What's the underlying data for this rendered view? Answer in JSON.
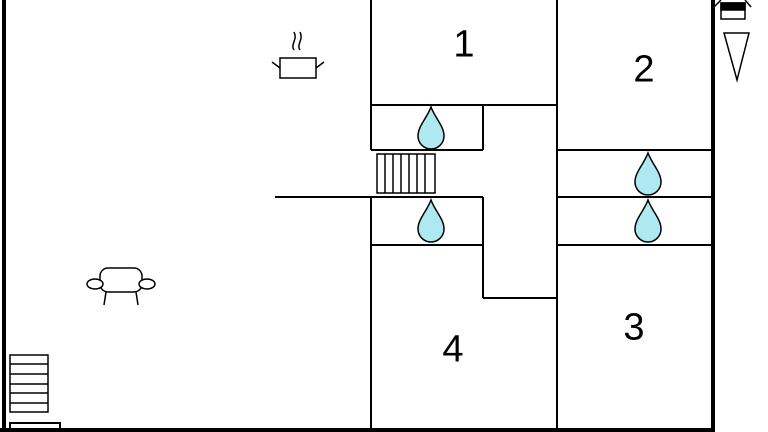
{
  "rooms": [
    {
      "label": "1"
    },
    {
      "label": "2"
    },
    {
      "label": "3"
    },
    {
      "label": "4"
    }
  ],
  "colors": {
    "wall": "#000000",
    "water": "#aee8f0",
    "background": "#ffffff"
  },
  "icons": [
    "cooking-pot-icon",
    "sofa-icon",
    "water-drop-icon",
    "stairs-icon",
    "entrance-lamp-icon",
    "entrance-arrow-icon"
  ]
}
